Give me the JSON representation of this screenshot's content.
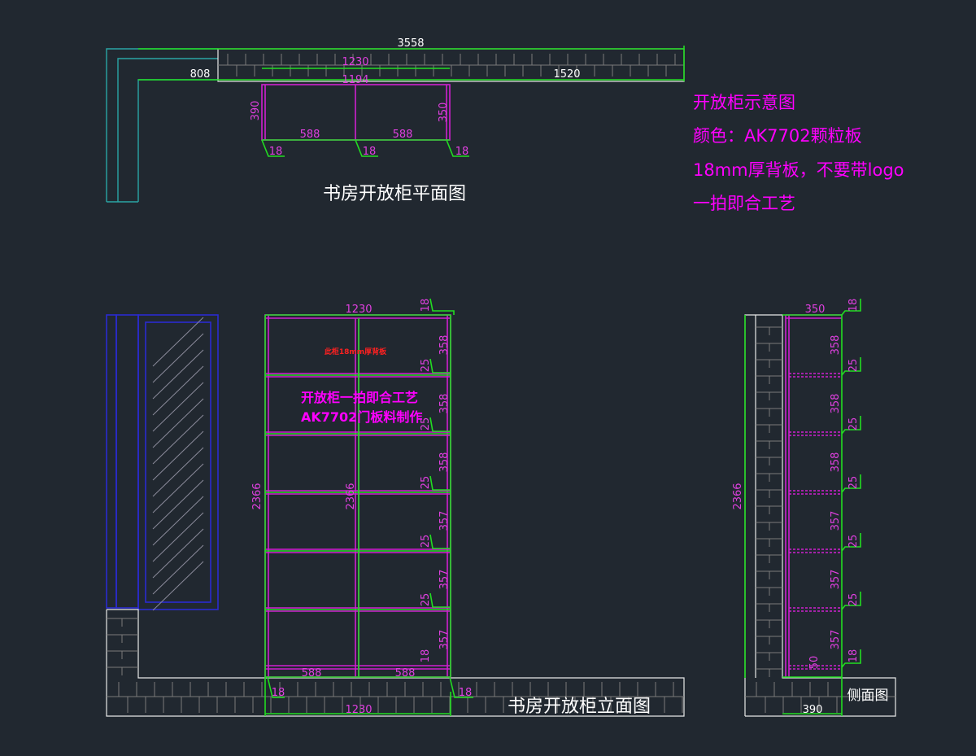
{
  "plan": {
    "title": "书房开放柜平面图",
    "dims": {
      "overall": "3558",
      "left": "808",
      "right": "1520",
      "width_outer": "1230",
      "width_inner": "1194",
      "depth_left": "390",
      "depth_right": "350",
      "bay_1": "588",
      "bay_2": "588",
      "panel_1": "18",
      "panel_2": "18",
      "panel_3": "18"
    }
  },
  "notes": {
    "line_1": "开放柜示意图",
    "line_2": "颜色：AK7702颗粒板",
    "line_3": "18mm厚背板，不要带logo",
    "line_4": "一拍即合工艺"
  },
  "elevation": {
    "title": "书房开放柜立面图",
    "red_tag": "此柜18mm厚背板",
    "note_1": "开放柜一拍即合工艺",
    "note_2": "AK7702门板料制作",
    "dims": {
      "top_width": "1230",
      "bottom_width": "1230",
      "height_left": "2366",
      "height_center": "2366",
      "top_board": "18",
      "bottom_board": "18",
      "foot_left": "18",
      "foot_right": "18",
      "bay_1": "588",
      "bay_2": "588",
      "shelf": "25",
      "gaps": [
        "358",
        "358",
        "358",
        "357",
        "357",
        "357"
      ]
    }
  },
  "side": {
    "title": "侧面图",
    "dims": {
      "depth_top": "350",
      "depth_bottom": "390",
      "height": "2366",
      "top_board": "18",
      "bottom_board": "18",
      "small": "50",
      "shelf": "25",
      "gaps": [
        "358",
        "358",
        "358",
        "357",
        "357",
        "357"
      ]
    }
  },
  "colors": {
    "background": "#212830",
    "dimension_lines": "#22dd22",
    "annotations": "#ff00ff",
    "cabinet_lines": "#d020d0",
    "walls": "#e8e8e8",
    "window": "#2a2ad0",
    "red_tag": "#ff2020"
  }
}
